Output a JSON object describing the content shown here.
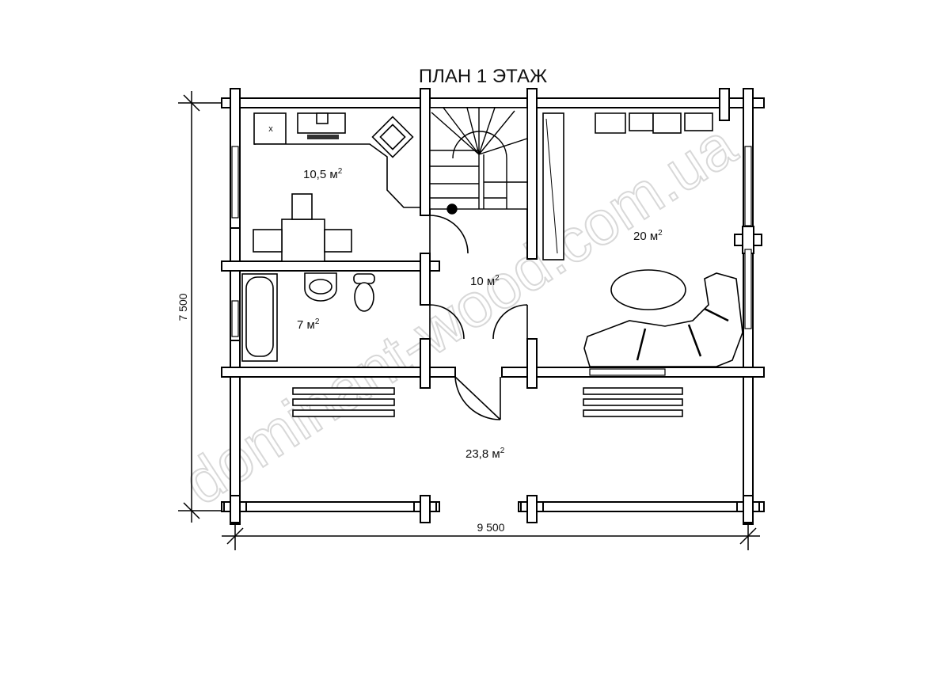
{
  "title": "ПЛАН 1 ЭТАЖ",
  "rooms": {
    "kitchen": {
      "area": "10,5 м",
      "sup": "2"
    },
    "bathroom": {
      "area": "7 м",
      "sup": "2"
    },
    "hall": {
      "area": "10 м",
      "sup": "2"
    },
    "living": {
      "area": "20 м",
      "sup": "2"
    },
    "terrace": {
      "area": "23,8 м",
      "sup": "2"
    },
    "kitchen_mark": "x"
  },
  "dimensions": {
    "width": "9 500",
    "depth": "7 500"
  },
  "watermark": "dominant-wood.com.ua"
}
